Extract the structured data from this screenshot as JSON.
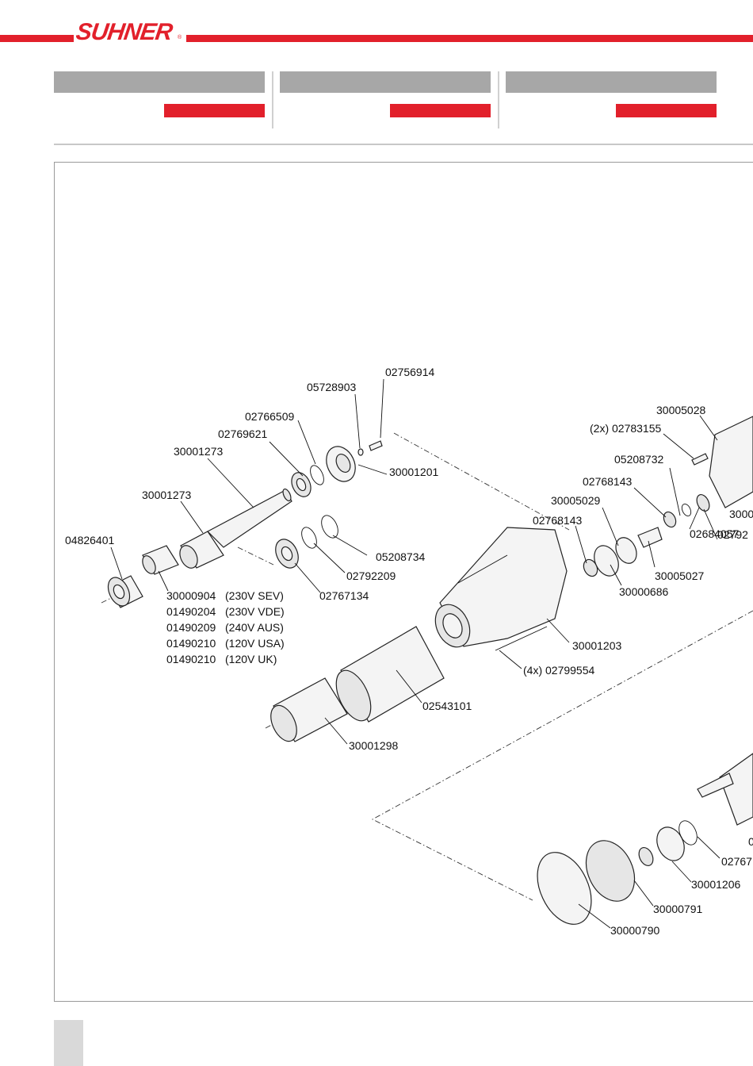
{
  "brand": {
    "logo_text": "SUHNER",
    "registered": "®"
  },
  "colors": {
    "brand_red": "#e2202b",
    "header_gray": "#a7a7a7",
    "frame_gray": "#9a9a9a"
  },
  "parts": {
    "p02756914": "02756914",
    "p05728903": "05728903",
    "p02766509": "02766509",
    "p02769621": "02769621",
    "p30001273a": "30001273",
    "p30001273b": "30001273",
    "p04826401": "04826401",
    "p30001201": "30001201",
    "p05208734": "05208734",
    "p02792209": "02792209",
    "p02767134": "02767134",
    "p30005028": "30005028",
    "p02783155": "(2x) 02783155",
    "p05208732": "05208732",
    "p02768143a": "02768143",
    "p30005029": "30005029",
    "p02768143b": "02768143",
    "p3000cut": "3000",
    "p02792cut": "02792",
    "p02684057": "02684057",
    "p30005027": "30005027",
    "p30000686": "30000686",
    "p30001203": "30001203",
    "p02799554": "(4x) 02799554",
    "p02543101": "02543101",
    "p30001298": "30001298",
    "p02767cut": "02767",
    "p0cut": "0",
    "p30001206": "30001206",
    "p30000791": "30000791",
    "p30000790": "30000790"
  },
  "variants": [
    {
      "code": "30000904",
      "spec": "(230V SEV)"
    },
    {
      "code": "01490204",
      "spec": "(230V VDE)"
    },
    {
      "code": "01490209",
      "spec": "(240V AUS)"
    },
    {
      "code": "01490210",
      "spec": "(120V USA)"
    },
    {
      "code": "01490210",
      "spec": "(120V UK)"
    }
  ]
}
